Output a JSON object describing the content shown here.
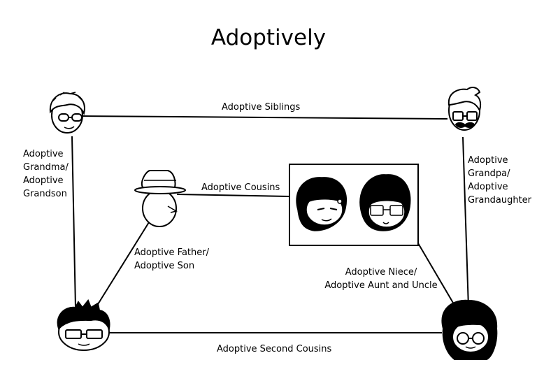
{
  "title": "Adoptively",
  "relationships": {
    "top": "Adoptive Siblings",
    "left": [
      "Adoptive",
      "Grandma/",
      "Adoptive",
      "Grandson"
    ],
    "right": [
      "Adoptive",
      "Grandpa/",
      "Adoptive",
      "Grandaughter"
    ],
    "cousins": "Adoptive Cousins",
    "father_son": [
      "Adoptive Father/",
      "Adoptive Son"
    ],
    "niece_aunt": [
      "Adoptive Niece/",
      "Adoptive Aunt and Uncle"
    ],
    "bottom": "Adoptive Second Cousins"
  },
  "characters": [
    {
      "name": "grandma-character",
      "icon": "glasses-face-icon"
    },
    {
      "name": "grandpa-character",
      "icon": "mustache-glasses-face-icon"
    },
    {
      "name": "fedora-character",
      "icon": "fedora-face-icon"
    },
    {
      "name": "son-character",
      "icon": "spiky-hair-glasses-face-icon"
    },
    {
      "name": "granddaughter-character",
      "icon": "round-glasses-face-icon"
    },
    {
      "name": "aunt-uncle-picture",
      "icon": "two-portraits-icon"
    }
  ]
}
